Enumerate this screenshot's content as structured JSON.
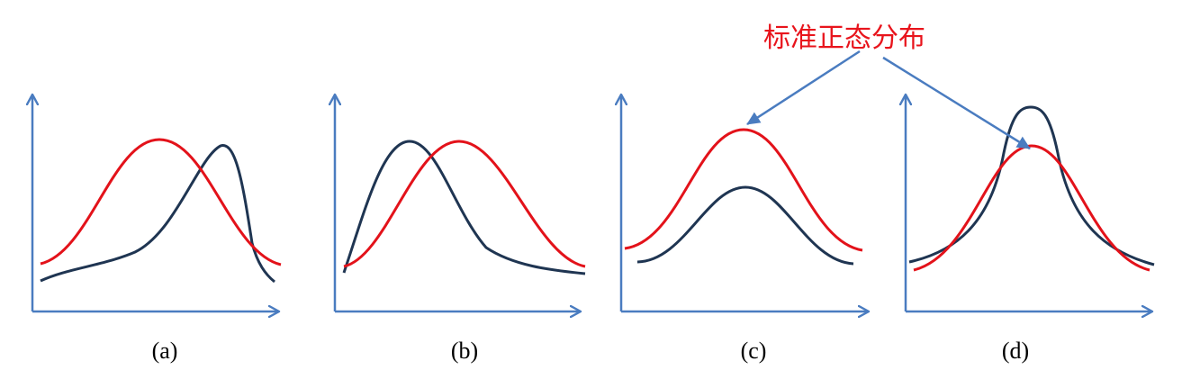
{
  "annotation": {
    "text": "标准正态分布",
    "color": "#e8141c",
    "arrow_color": "#4a7cc0",
    "targets": [
      "c",
      "d"
    ]
  },
  "colors": {
    "axis": "#4a7cc0",
    "reference_curve": "#e3121a",
    "sample_curve": "#1f3552"
  },
  "panels": [
    {
      "id": "a",
      "label": "(a)"
    },
    {
      "id": "b",
      "label": "(b)"
    },
    {
      "id": "c",
      "label": "(c)"
    },
    {
      "id": "d",
      "label": "(d)"
    }
  ]
}
